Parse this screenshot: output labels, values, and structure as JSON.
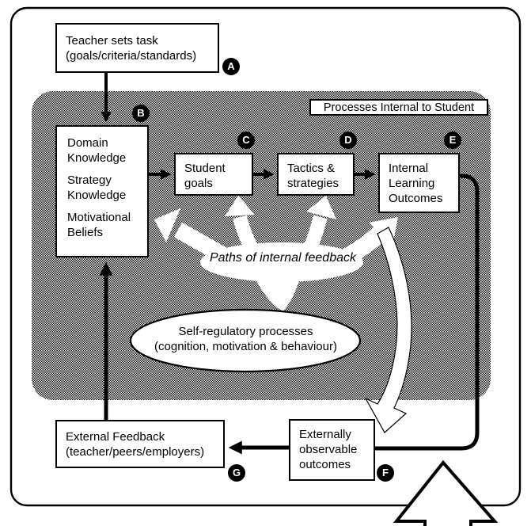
{
  "colors": {
    "ink": "#000000",
    "paper": "#ffffff"
  },
  "region": {
    "label": "Processes Internal to Student"
  },
  "boxes": {
    "teacher_task": {
      "tag": "A",
      "lines": [
        "Teacher sets task",
        "(goals/criteria/standards)"
      ]
    },
    "knowledge_beliefs": {
      "tag": "B",
      "groups": [
        "Domain Knowledge",
        "Strategy Knowledge",
        "Motivational Beliefs"
      ]
    },
    "student_goals": {
      "tag": "C",
      "lines": [
        "Student",
        "goals"
      ]
    },
    "tactics_strategies": {
      "tag": "D",
      "lines": [
        "Tactics &",
        "strategies"
      ]
    },
    "internal_learning_outcomes": {
      "tag": "E",
      "lines": [
        "Internal",
        "Learning",
        "Outcomes"
      ]
    },
    "externally_observable_outcomes": {
      "tag": "F",
      "lines": [
        "Externally",
        "observable",
        "outcomes"
      ]
    },
    "external_feedback": {
      "tag": "G",
      "lines": [
        "External Feedback",
        "(teacher/peers/employers)"
      ]
    }
  },
  "ellipse": {
    "lines": [
      "Self-regulatory processes",
      "(cognition, motivation & behaviour)"
    ]
  },
  "notes": {
    "internal_feedback": "Paths of internal feedback"
  }
}
